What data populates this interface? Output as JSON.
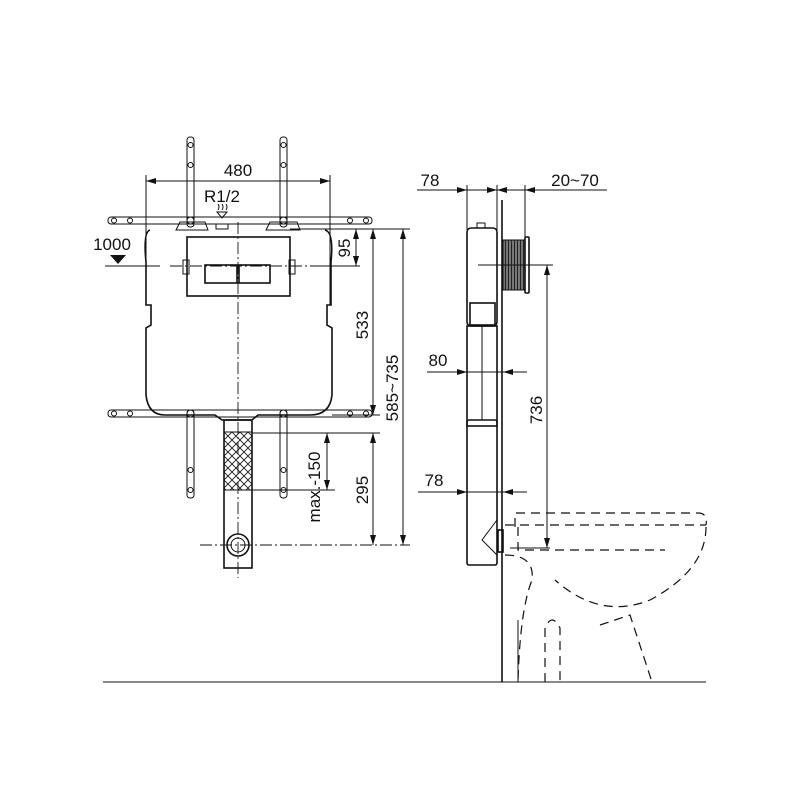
{
  "front_view": {
    "width_dim": "480",
    "water_inlet": "R1/2",
    "height_ref": "1000",
    "top_offset_dim": "95",
    "tank_height_dim": "533",
    "total_height_dim": "585~735",
    "adjust_dim": "max.-150",
    "outlet_height_dim": "295"
  },
  "side_view": {
    "frame_depth_dim": "78",
    "wall_thickness_dim": "20~70",
    "tank_depth_dim": "80",
    "pipe_depth_dim": "78",
    "button_height_dim": "736"
  },
  "colors": {
    "line": "#111111",
    "background": "#ffffff"
  }
}
